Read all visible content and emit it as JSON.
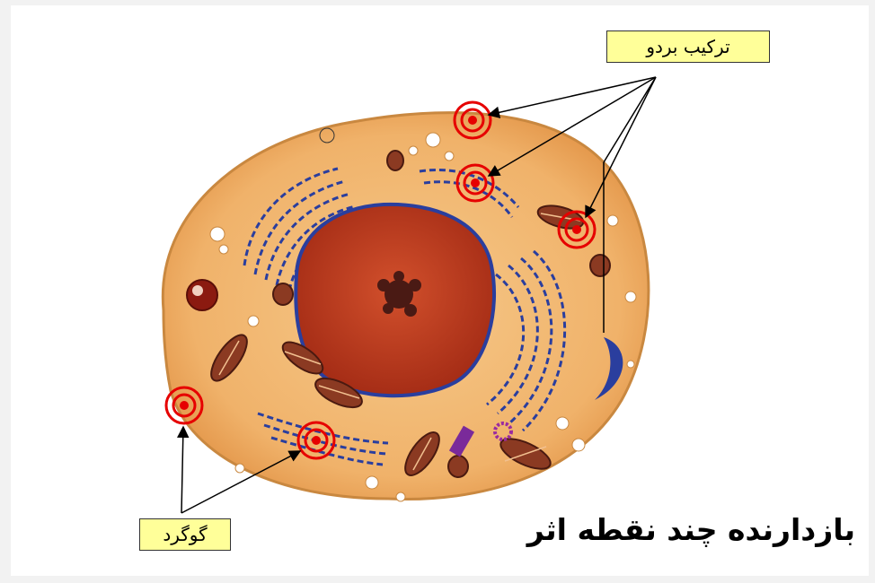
{
  "labels": {
    "top_label": "ترکیب بردو",
    "bottom_label": "گوگرد"
  },
  "title": "بازدارنده چند نقطه اثر",
  "colors": {
    "cytoplasm": "#f2b56b",
    "nucleus": "#c83c1e",
    "er": "#2a3e9e",
    "target": "#e60000",
    "label_bg": "#ffff99"
  },
  "icons": [
    "target-icon"
  ]
}
